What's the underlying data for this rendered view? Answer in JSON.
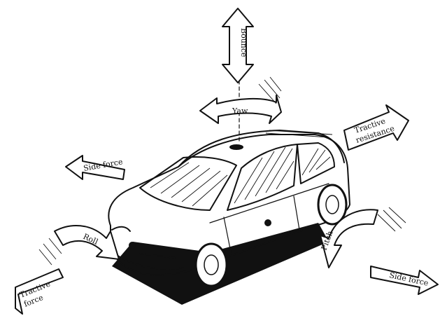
{
  "labels": {
    "bounce": "Bounce",
    "yaw": "Yaw",
    "tractive_resistance_line1": "Tractive",
    "tractive_resistance_line2": "resistance",
    "side_force_left": "Side force",
    "roll": "Roll",
    "tractive_force_line1": "Tractive",
    "tractive_force_line2": "force",
    "pitch": "Pitch",
    "side_force_right": "Side force"
  }
}
